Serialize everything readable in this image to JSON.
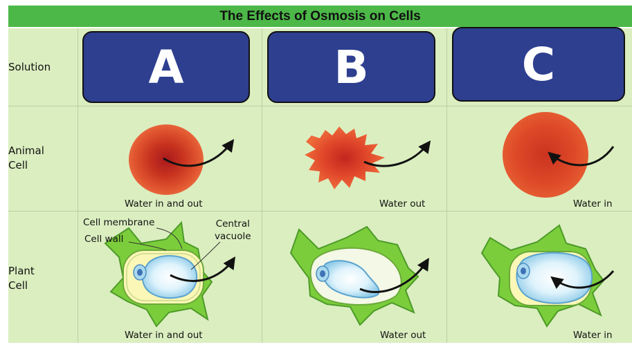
{
  "title": "The Effects of Osmosis on Cells",
  "row_labels": {
    "solution": "Solution",
    "animal_line1": "Animal",
    "animal_line2": "Cell",
    "plant_line1": "Plant",
    "plant_line2": "Cell"
  },
  "solutions": [
    "A",
    "B",
    "C"
  ],
  "animal_captions": [
    "Water in and out",
    "Water out",
    "Water in"
  ],
  "plant_captions": [
    "Water in and out",
    "Water out",
    "Water in"
  ],
  "plant_annotations": {
    "cell_membrane": "Cell membrane",
    "cell_wall": "Cell wall",
    "central_line1": "Central",
    "central_line2": "vacuole"
  },
  "colors": {
    "header_green": "#4cb848",
    "panel_green": "#dbeec0",
    "box_navy": "#2e3f8f",
    "cell_red": "#d9452a",
    "plant_green": "#7ccd3c",
    "vacuole_blue": "#bfe6f7"
  }
}
